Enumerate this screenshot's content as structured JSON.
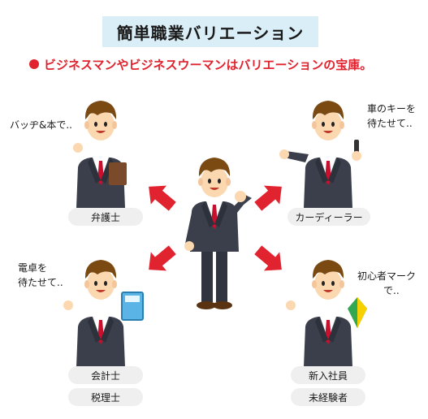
{
  "title": "簡単職業バリエーション",
  "subtitle": "ビジネスマンやビジネスウーマンはバリエーションの宝庫。",
  "roles": {
    "lawyer": {
      "label": "弁護士",
      "note": "バッヂ&本で.."
    },
    "car_dealer": {
      "label": "カーディーラー",
      "note_line1": "車のキーを",
      "note_line2": "待たせて.."
    },
    "accountant": {
      "label": "会計士",
      "note_line1": "電卓を",
      "note_line2": "待たせて.."
    },
    "tax_accountant": {
      "label": "税理士"
    },
    "new_employee": {
      "label": "新入社員",
      "note_line1": "初心者マーク",
      "note_line2": "で.."
    },
    "beginner_driver": {
      "label": "未経験者"
    }
  },
  "colors": {
    "accent_red": "#e0232e",
    "title_bg": "#d9eef6",
    "label_bg": "#f0efef",
    "hair": "#7a4a12",
    "skin": "#fbd8b0",
    "suit_dark": "#3a3f4b",
    "suit_light": "#5f6470",
    "shirt": "#ffffff",
    "tie": "#c8102e"
  },
  "icons": {
    "arrows": "red-arrow-icon",
    "calculator": "calculator-icon",
    "wakaba": "beginner-mark-icon",
    "key": "car-key-icon",
    "book": "book-icon"
  }
}
